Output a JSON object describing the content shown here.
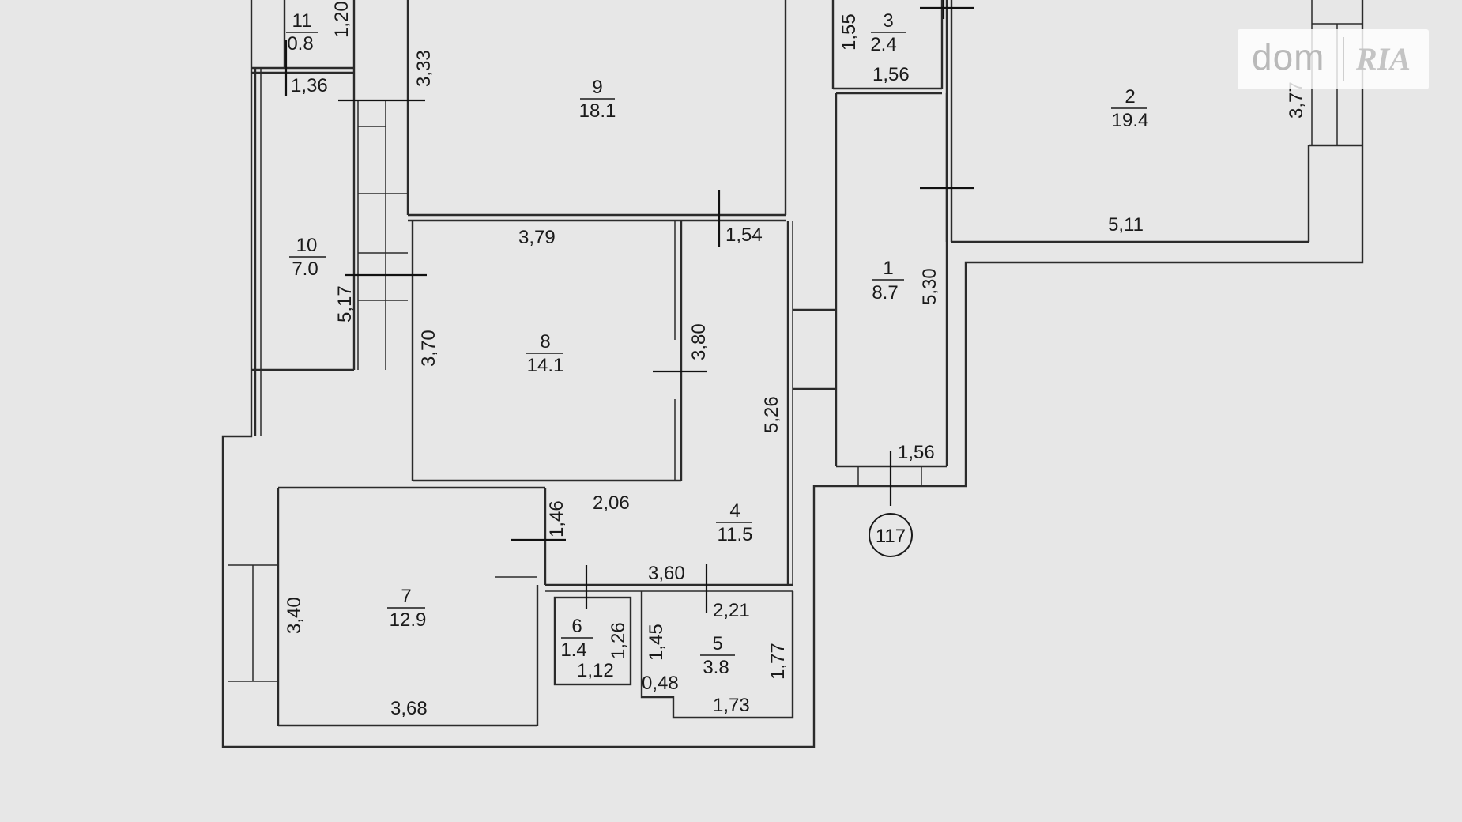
{
  "watermark": {
    "left": "dom",
    "right": "RIA"
  },
  "apartment_number": "117",
  "rooms": [
    {
      "id": "r1",
      "number": "1",
      "area": "8.7"
    },
    {
      "id": "r2",
      "number": "2",
      "area": "19.4"
    },
    {
      "id": "r3",
      "number": "3",
      "area": "2.4"
    },
    {
      "id": "r4",
      "number": "4",
      "area": "11.5"
    },
    {
      "id": "r5",
      "number": "5",
      "area": "3.8"
    },
    {
      "id": "r6",
      "number": "6",
      "area": "1.4"
    },
    {
      "id": "r7",
      "number": "7",
      "area": "12.9"
    },
    {
      "id": "r8",
      "number": "8",
      "area": "14.1"
    },
    {
      "id": "r9",
      "number": "9",
      "area": "18.1"
    },
    {
      "id": "r10",
      "number": "10",
      "area": "7.0"
    },
    {
      "id": "r11",
      "number": "11",
      "area": "0.8"
    }
  ],
  "dimensions": [
    "1,20",
    "1,36",
    "3,33",
    "3,79",
    "1,54",
    "5,17",
    "3,70",
    "3,80",
    "5,26",
    "1,55",
    "1,56",
    "3,77",
    "5,11",
    "5,30",
    "1,56",
    "1,46",
    "2,06",
    "3,60",
    "2,21",
    "1,45",
    "1,77",
    "0,48",
    "1,73",
    "1,26",
    "1,12",
    "3,40",
    "3,68"
  ]
}
